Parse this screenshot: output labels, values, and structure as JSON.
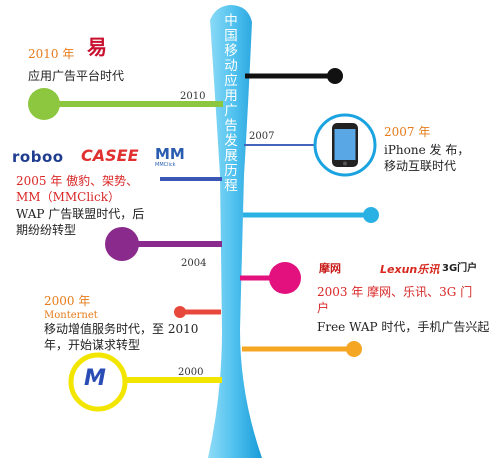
{
  "title": "中国移动应用广告发展历程",
  "colors": {
    "trunk_light": "#58c6ef",
    "trunk_dark": "#1aa3e0",
    "green": "#8dc63f",
    "black": "#111111",
    "blue": "#4466bb",
    "cyan": "#2ab1e4",
    "purple": "#8a2a8c",
    "magenta": "#e2117e",
    "red": "#e8473b",
    "orange": "#f5a623",
    "yellow": "#f2e600"
  },
  "events": {
    "e2010": {
      "year": "2010 年",
      "line_label": "2010",
      "desc": "应用广告平台时代",
      "logo_text": "易"
    },
    "e2007": {
      "year": "2007 年",
      "line_label": "2007",
      "desc1": "iPhone 发 布，",
      "desc2": "移动互联时代"
    },
    "e2005": {
      "year": "2005 年  傲豹、架势、",
      "year2": "MM（MMClick）",
      "desc1": "WAP 广告联盟时代，后",
      "desc2": "期纷纷转型",
      "logos": [
        "roboo",
        "CASEE",
        "MM"
      ],
      "logo_small": "MMClick"
    },
    "e2004": {
      "line_label": "2004"
    },
    "e2003": {
      "year": "2003 年  摩网、乐讯、3G 门",
      "year2": "户",
      "desc": "Free WAP 时代，手机广告兴起",
      "logos": [
        "摩网",
        "Lexun乐讯",
        "3G门户"
      ]
    },
    "e2000": {
      "year": "2000 年",
      "sub": "Monternet",
      "desc1": "移动增值服务时代，至 2010",
      "desc2": "年，开始谋求转型",
      "line_label": "2000",
      "logo_text": "M"
    }
  }
}
